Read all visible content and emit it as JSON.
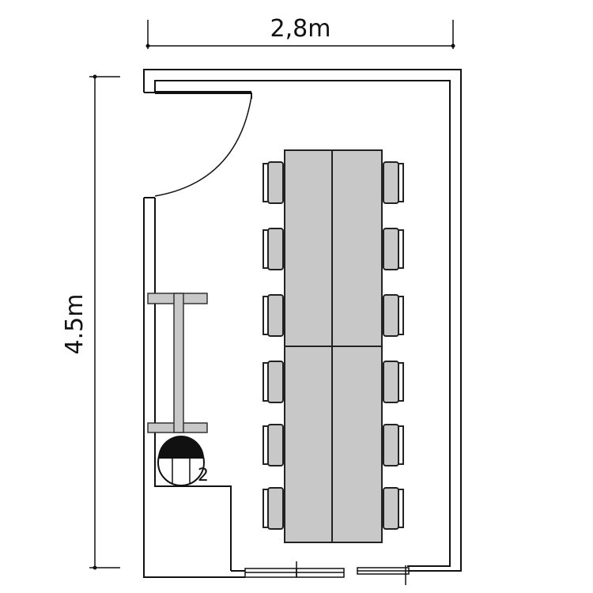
{
  "dimensions": {
    "width_label": "2,8m",
    "height_label": "4.5m"
  },
  "marker": {
    "label": "2"
  },
  "colors": {
    "line": "#111111",
    "furniture_fill": "#c8c8c8",
    "background": "#ffffff"
  }
}
